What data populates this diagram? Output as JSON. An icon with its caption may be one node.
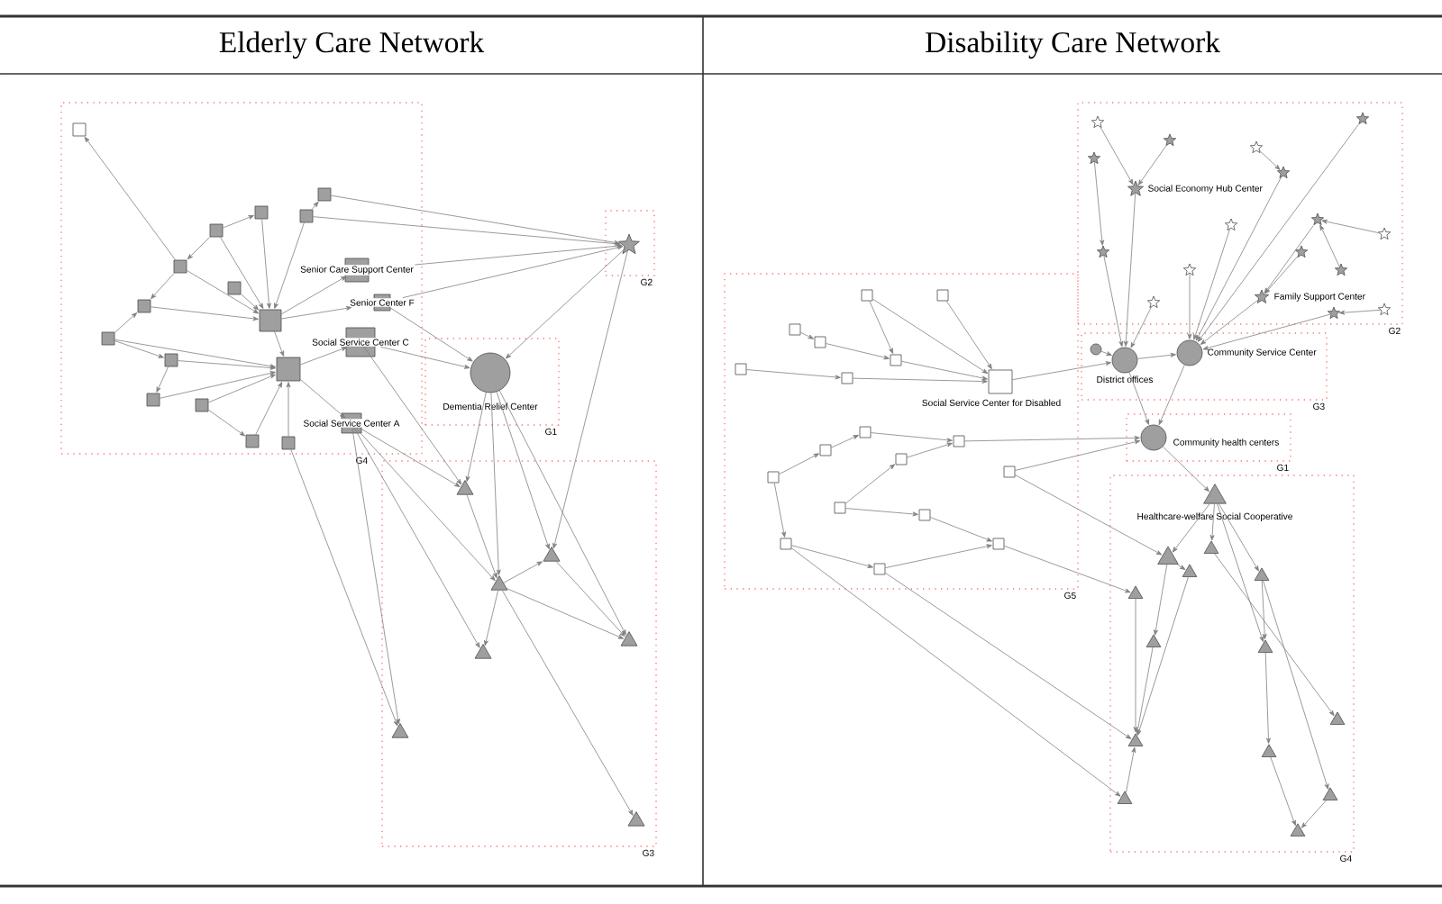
{
  "diagram": {
    "nodes": [
      {
        "text": [
          "G4"
        ]
      },
      {
        "text": [
          "G1"
        ]
      },
      {
        "text": [
          "G2"
        ]
      },
      {
        "text": [
          "G3"
        ]
      },
      {
        "text": [],
        "shape": "box",
        "in": 0
      },
      {
        "text": [],
        "shape": "box",
        "in": 0
      },
      {
        "text": [],
        "shape": "box",
        "in": 0
      },
      {
        "text": [],
        "shape": "box",
        "in": 0
      },
      {
        "text": [],
        "shape": "box",
        "in": 0
      },
      {
        "text": [],
        "shape": "box",
        "in": 0
      },
      {
        "text": [],
        "shape": "box",
        "in": 0
      },
      {
        "text": [],
        "shape": "box",
        "in": 0
      },
      {
        "text": [],
        "shape": "box",
        "in": 0
      },
      {
        "text": [],
        "shape": "box",
        "in": 0
      },
      {
        "text": [],
        "shape": "box",
        "in": 0
      },
      {
        "text": [],
        "shape": "box",
        "in": 0
      },
      {
        "text": [],
        "shape": "box",
        "in": 0
      },
      {
        "text": [],
        "shape": "box",
        "in": 0
      },
      {
        "text": [],
        "shape": "box",
        "in": 0
      },
      {
        "text": [
          "Senior Care Support Center"
        ],
        "in": 0
      },
      {
        "text": [
          "Senior Center F"
        ],
        "in": 0
      },
      {
        "text": [],
        "shape": "box",
        "in": 0
      },
      {
        "text": [
          "Social Service Center C"
        ],
        "in": 0
      },
      {
        "text": [
          "Social Service Center A"
        ],
        "in": 0
      },
      {
        "text": [
          "Dementia Relief Center"
        ],
        "in": 1
      },
      {
        "text": [],
        "shape": "star",
        "in": 2
      },
      {
        "text": [],
        "shape": "triangle",
        "in": 3
      },
      {
        "text": [],
        "shape": "triangle",
        "in": 3
      },
      {
        "text": [],
        "shape": "triangle",
        "in": 3
      },
      {
        "text": [],
        "shape": "triangle",
        "in": 3
      },
      {
        "text": [],
        "shape": "triangle",
        "in": 3
      },
      {
        "text": [],
        "shape": "triangle",
        "in": 3
      },
      {
        "text": [],
        "shape": "triangle",
        "in": 3
      },
      {
        "text": [
          "G2"
        ]
      },
      {
        "text": [
          "G5"
        ]
      },
      {
        "text": [
          "G3"
        ]
      },
      {
        "text": [
          "G1"
        ]
      },
      {
        "text": [
          "G4"
        ]
      },
      {
        "text": [],
        "shape": "star",
        "in": 33
      },
      {
        "text": [],
        "shape": "star",
        "in": 33
      },
      {
        "text": [],
        "shape": "star",
        "in": 33
      },
      {
        "text": [],
        "shape": "star",
        "in": 33
      },
      {
        "text": [],
        "shape": "star",
        "in": 33
      },
      {
        "text": [],
        "shape": "star",
        "in": 33
      },
      {
        "text": [],
        "shape": "star",
        "in": 33
      },
      {
        "text": [],
        "shape": "star",
        "in": 33
      },
      {
        "text": [],
        "shape": "star",
        "in": 33
      },
      {
        "text": [],
        "shape": "star",
        "in": 33
      },
      {
        "text": [],
        "shape": "star",
        "in": 33
      },
      {
        "text": [
          "Social Economy Hub Center"
        ],
        "in": 33
      },
      {
        "text": [],
        "shape": "star",
        "in": 33
      },
      {
        "text": [],
        "shape": "star",
        "in": 33
      },
      {
        "text": [],
        "shape": "star",
        "in": 33
      },
      {
        "text": [],
        "shape": "star",
        "in": 33
      },
      {
        "text": [
          "Family Support Center"
        ],
        "in": 33
      },
      {
        "text": [],
        "shape": "star",
        "in": 33
      },
      {
        "text": [],
        "shape": "box",
        "in": 34
      },
      {
        "text": [],
        "shape": "box",
        "in": 34
      },
      {
        "text": [],
        "shape": "box",
        "in": 34
      },
      {
        "text": [],
        "shape": "box",
        "in": 34
      },
      {
        "text": [],
        "shape": "box",
        "in": 34
      },
      {
        "text": [],
        "shape": "box",
        "in": 34
      },
      {
        "text": [],
        "shape": "box",
        "in": 34
      },
      {
        "text": [],
        "shape": "box",
        "in": 34
      },
      {
        "text": [],
        "shape": "box",
        "in": 34
      },
      {
        "text": [],
        "shape": "box",
        "in": 34
      },
      {
        "text": [],
        "shape": "box",
        "in": 34
      },
      {
        "text": [],
        "shape": "box",
        "in": 34
      },
      {
        "text": [],
        "shape": "box",
        "in": 34
      },
      {
        "text": [],
        "shape": "box",
        "in": 34
      },
      {
        "text": [],
        "shape": "box",
        "in": 34
      },
      {
        "text": [],
        "shape": "box",
        "in": 34
      },
      {
        "text": [],
        "shape": "box",
        "in": 34
      },
      {
        "text": [],
        "shape": "box",
        "in": 34
      },
      {
        "text": [
          "Social Service Center for Disabled"
        ],
        "in": 34
      },
      {
        "text": [],
        "shape": "circle",
        "in": 35
      },
      {
        "text": [
          "District offices"
        ],
        "in": 35
      },
      {
        "text": [
          "Community Service Center"
        ],
        "in": 35
      },
      {
        "text": [
          "Community health centers"
        ],
        "in": 36
      },
      {
        "text": [
          "Healthcare-welfare Social Cooperative"
        ],
        "in": 37
      },
      {
        "text": [],
        "shape": "triangle",
        "in": 37
      },
      {
        "text": [],
        "shape": "triangle",
        "in": 37
      },
      {
        "text": [],
        "shape": "triangle",
        "in": 37
      },
      {
        "text": [],
        "shape": "triangle",
        "in": 37
      },
      {
        "text": [],
        "shape": "triangle",
        "in": 37
      },
      {
        "text": [],
        "shape": "triangle",
        "in": 37
      },
      {
        "text": [],
        "shape": "triangle",
        "in": 37
      },
      {
        "text": [],
        "shape": "triangle",
        "in": 37
      },
      {
        "text": [],
        "shape": "triangle",
        "in": 37
      },
      {
        "text": [],
        "shape": "triangle",
        "in": 37
      },
      {
        "text": [],
        "shape": "triangle",
        "in": 37
      },
      {
        "text": [],
        "shape": "triangle",
        "in": 37
      },
      {
        "text": [],
        "shape": "triangle",
        "in": 37
      }
    ],
    "edges": [
      {
        "from": 6,
        "to": 4,
        "arrow": "to"
      },
      {
        "from": 5,
        "to": 18,
        "arrow": "to"
      },
      {
        "from": 6,
        "to": 18,
        "arrow": "to"
      },
      {
        "from": 7,
        "to": 18,
        "arrow": "to"
      },
      {
        "from": 13,
        "to": 18,
        "arrow": "to"
      },
      {
        "from": 8,
        "to": 18,
        "arrow": "to"
      },
      {
        "from": 9,
        "to": 18,
        "arrow": "to"
      },
      {
        "from": 10,
        "to": 21,
        "arrow": "to"
      },
      {
        "from": 11,
        "to": 21,
        "arrow": "to"
      },
      {
        "from": 12,
        "to": 21,
        "arrow": "to"
      },
      {
        "from": 15,
        "to": 21,
        "arrow": "to"
      },
      {
        "from": 14,
        "to": 21,
        "arrow": "to"
      },
      {
        "from": 17,
        "to": 21,
        "arrow": "to"
      },
      {
        "from": 5,
        "to": 6,
        "arrow": "to"
      },
      {
        "from": 6,
        "to": 8,
        "arrow": "to"
      },
      {
        "from": 11,
        "to": 8,
        "arrow": "to"
      },
      {
        "from": 11,
        "to": 10,
        "arrow": "to"
      },
      {
        "from": 10,
        "to": 15,
        "arrow": "to"
      },
      {
        "from": 12,
        "to": 14,
        "arrow": "to"
      },
      {
        "from": 5,
        "to": 7,
        "arrow": "to"
      },
      {
        "from": 9,
        "to": 16,
        "arrow": "to"
      },
      {
        "from": 18,
        "to": 19,
        "arrow": "to"
      },
      {
        "from": 18,
        "to": 20,
        "arrow": "to"
      },
      {
        "from": 18,
        "to": 21,
        "arrow": "to"
      },
      {
        "from": 21,
        "to": 22,
        "arrow": "to"
      },
      {
        "from": 21,
        "to": 23,
        "arrow": "to"
      },
      {
        "from": 19,
        "to": 25,
        "arrow": "to"
      },
      {
        "from": 20,
        "to": 25,
        "arrow": "to"
      },
      {
        "from": 9,
        "to": 25,
        "arrow": "to"
      },
      {
        "from": 16,
        "to": 25,
        "arrow": "to"
      },
      {
        "from": 20,
        "to": 24,
        "arrow": "to"
      },
      {
        "from": 22,
        "to": 24,
        "arrow": "to"
      },
      {
        "from": 25,
        "to": 24,
        "arrow": "to"
      },
      {
        "from": 25,
        "to": 27,
        "arrow": "to"
      },
      {
        "from": 22,
        "to": 26,
        "arrow": "to"
      },
      {
        "from": 23,
        "to": 26,
        "arrow": "to"
      },
      {
        "from": 23,
        "to": 28,
        "arrow": "to"
      },
      {
        "from": 23,
        "to": 30,
        "arrow": "to"
      },
      {
        "from": 23,
        "to": 31,
        "arrow": "to"
      },
      {
        "from": 17,
        "to": 31,
        "arrow": "to"
      },
      {
        "from": 24,
        "to": 26,
        "arrow": "to"
      },
      {
        "from": 24,
        "to": 27,
        "arrow": "to"
      },
      {
        "from": 24,
        "to": 28,
        "arrow": "to"
      },
      {
        "from": 24,
        "to": 29,
        "arrow": "to"
      },
      {
        "from": 28,
        "to": 27,
        "arrow": "to"
      },
      {
        "from": 28,
        "to": 29,
        "arrow": "to"
      },
      {
        "from": 27,
        "to": 29,
        "arrow": "to"
      },
      {
        "from": 28,
        "to": 30,
        "arrow": "to"
      },
      {
        "from": 28,
        "to": 32,
        "arrow": "to"
      },
      {
        "from": 26,
        "to": 28,
        "arrow": "to"
      },
      {
        "from": 38,
        "to": 77,
        "arrow": "to"
      },
      {
        "from": 39,
        "to": 49,
        "arrow": "to"
      },
      {
        "from": 40,
        "to": 46,
        "arrow": "to"
      },
      {
        "from": 41,
        "to": 49,
        "arrow": "to"
      },
      {
        "from": 42,
        "to": 43,
        "arrow": "to"
      },
      {
        "from": 43,
        "to": 77,
        "arrow": "to"
      },
      {
        "from": 44,
        "to": 77,
        "arrow": "to"
      },
      {
        "from": 45,
        "to": 54,
        "arrow": "to"
      },
      {
        "from": 46,
        "to": 76,
        "arrow": "to"
      },
      {
        "from": 47,
        "to": 77,
        "arrow": "to"
      },
      {
        "from": 48,
        "to": 54,
        "arrow": "to"
      },
      {
        "from": 50,
        "to": 45,
        "arrow": "to"
      },
      {
        "from": 51,
        "to": 45,
        "arrow": "to"
      },
      {
        "from": 52,
        "to": 53,
        "arrow": "to"
      },
      {
        "from": 53,
        "to": 77,
        "arrow": "to"
      },
      {
        "from": 54,
        "to": 77,
        "arrow": "to"
      },
      {
        "from": 55,
        "to": 76,
        "arrow": "to"
      },
      {
        "from": 49,
        "to": 76,
        "arrow": "to"
      },
      {
        "from": 56,
        "to": 74,
        "arrow": "to"
      },
      {
        "from": 57,
        "to": 74,
        "arrow": "to"
      },
      {
        "from": 58,
        "to": 59,
        "arrow": "to"
      },
      {
        "from": 59,
        "to": 60,
        "arrow": "to"
      },
      {
        "from": 60,
        "to": 74,
        "arrow": "to"
      },
      {
        "from": 61,
        "to": 74,
        "arrow": "to"
      },
      {
        "from": 63,
        "to": 61,
        "arrow": "to"
      },
      {
        "from": 57,
        "to": 60,
        "arrow": "to"
      },
      {
        "from": 62,
        "to": 66,
        "arrow": "to"
      },
      {
        "from": 64,
        "to": 62,
        "arrow": "to"
      },
      {
        "from": 65,
        "to": 66,
        "arrow": "to"
      },
      {
        "from": 66,
        "to": 78,
        "arrow": "to"
      },
      {
        "from": 67,
        "to": 64,
        "arrow": "to"
      },
      {
        "from": 69,
        "to": 70,
        "arrow": "to"
      },
      {
        "from": 70,
        "to": 72,
        "arrow": "to"
      },
      {
        "from": 71,
        "to": 73,
        "arrow": "to"
      },
      {
        "from": 73,
        "to": 72,
        "arrow": "to"
      },
      {
        "from": 68,
        "to": 78,
        "arrow": "to"
      },
      {
        "from": 69,
        "to": 65,
        "arrow": "to"
      },
      {
        "from": 67,
        "to": 71,
        "arrow": "to"
      },
      {
        "from": 75,
        "to": 76,
        "arrow": "to"
      },
      {
        "from": 76,
        "to": 77,
        "arrow": "to"
      },
      {
        "from": 77,
        "to": 78,
        "arrow": "to"
      },
      {
        "from": 76,
        "to": 78,
        "arrow": "to"
      },
      {
        "from": 74,
        "to": 76,
        "arrow": "to"
      },
      {
        "from": 78,
        "to": 79,
        "arrow": "to"
      },
      {
        "from": 79,
        "to": 81,
        "arrow": "to"
      },
      {
        "from": 79,
        "to": 83,
        "arrow": "to"
      },
      {
        "from": 79,
        "to": 86,
        "arrow": "to"
      },
      {
        "from": 79,
        "to": 80,
        "arrow": "to"
      },
      {
        "from": 72,
        "to": 84,
        "arrow": "to"
      },
      {
        "from": 68,
        "to": 80,
        "arrow": "to"
      },
      {
        "from": 73,
        "to": 88,
        "arrow": "to"
      },
      {
        "from": 71,
        "to": 92,
        "arrow": "to"
      },
      {
        "from": 80,
        "to": 82,
        "arrow": "to"
      },
      {
        "from": 82,
        "to": 88,
        "arrow": "to"
      },
      {
        "from": 81,
        "to": 87,
        "arrow": "to"
      },
      {
        "from": 83,
        "to": 90,
        "arrow": "to"
      },
      {
        "from": 85,
        "to": 88,
        "arrow": "to"
      },
      {
        "from": 80,
        "to": 85,
        "arrow": "to"
      },
      {
        "from": 83,
        "to": 86,
        "arrow": "to"
      },
      {
        "from": 84,
        "to": 88,
        "arrow": "to"
      },
      {
        "from": 86,
        "to": 89,
        "arrow": "to"
      },
      {
        "from": 89,
        "to": 91,
        "arrow": "to"
      },
      {
        "from": 90,
        "to": 91,
        "arrow": "to"
      },
      {
        "from": 92,
        "to": 88,
        "arrow": "to"
      }
    ],
    "labels": [
      "Elderly Care Network",
      "Disability Care Network"
    ]
  }
}
